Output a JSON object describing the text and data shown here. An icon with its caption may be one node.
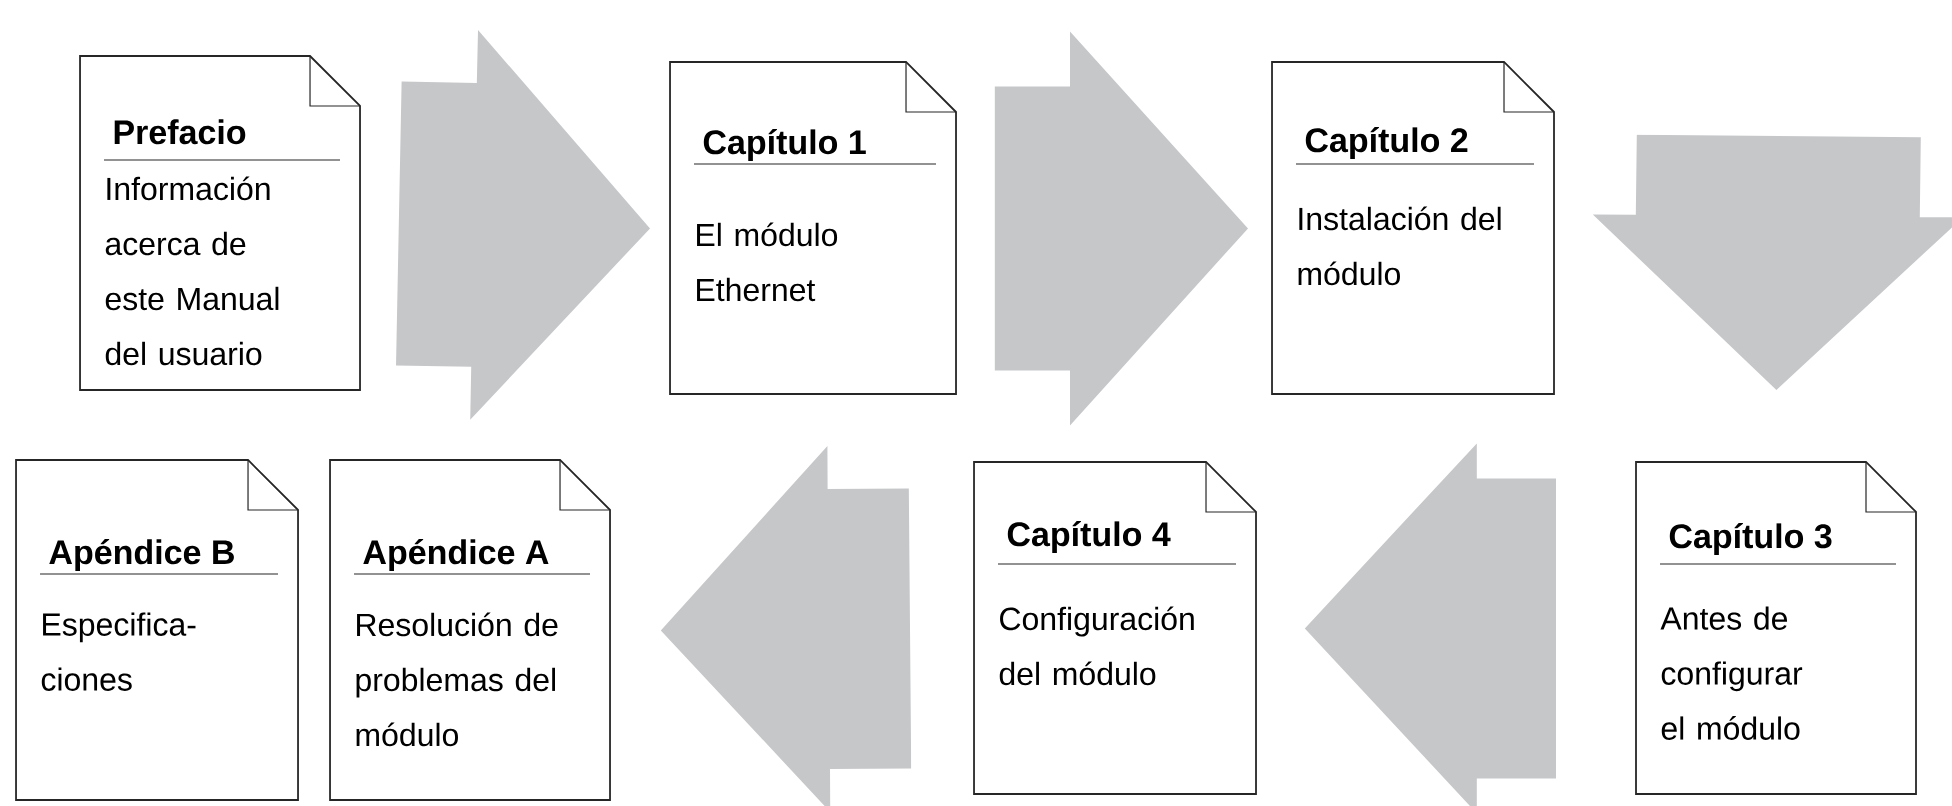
{
  "diagram": {
    "nodes": [
      {
        "text": [
          "Prefacio",
          "Información acerca de este Manual del usuario"
        ]
      },
      {
        "text": [
          "Capítulo 1",
          "El módulo Ethernet"
        ]
      },
      {
        "text": [
          "Capítulo 2",
          "Instalación del módulo"
        ]
      },
      {
        "text": [
          "Capítulo 3",
          "Antes de configurar el módulo"
        ]
      },
      {
        "text": [
          "Capítulo 4",
          "Configuración del módulo"
        ]
      },
      {
        "text": [
          "Apéndice A",
          "Resolución de problemas del módulo"
        ]
      },
      {
        "text": [
          "Apéndice B",
          "Especifica- ciones"
        ]
      }
    ],
    "edges": [
      {
        "from": 0,
        "to": 1,
        "arrow": "to"
      },
      {
        "from": 1,
        "to": 2,
        "arrow": "to"
      },
      {
        "from": 2,
        "to": 3,
        "arrow": "to"
      },
      {
        "from": 3,
        "to": 4,
        "arrow": "to"
      },
      {
        "from": 4,
        "to": 5,
        "arrow": "to"
      }
    ]
  }
}
